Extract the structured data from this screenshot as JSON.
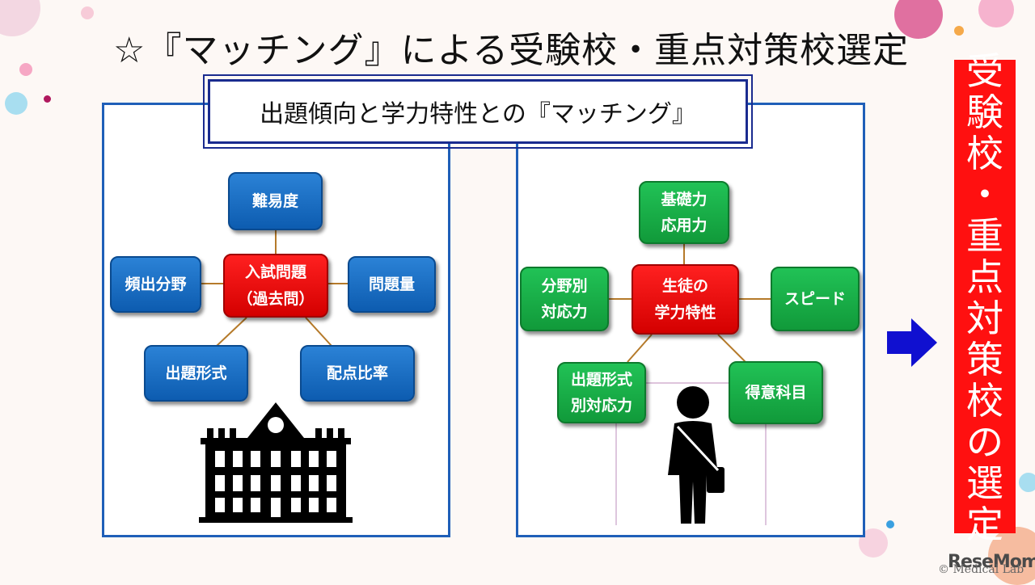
{
  "title": "☆『マッチング』による受験校・重点対策校選定",
  "subtitle": "出題傾向と学力特性との『マッチング』",
  "school": {
    "center": "入試問題\n（過去問）",
    "nodes": [
      "難易度",
      "頻出分野",
      "問題量",
      "出題形式",
      "配点比率"
    ]
  },
  "student": {
    "center": "生徒の\n学力特性",
    "nodes": [
      "基礎力\n応用力",
      "分野別\n対応力",
      "スピード",
      "出題形式\n別対応力",
      "得意科目"
    ]
  },
  "side_label": [
    "受",
    "験",
    "校",
    "・",
    "重",
    "点",
    "対",
    "策",
    "校",
    "の",
    "選",
    "定"
  ],
  "watermark": "© Medical Lab",
  "brand": "ReseMom",
  "colors": {
    "blue": "#0d5cb0",
    "green": "#119a3a",
    "red": "#ff1010",
    "frame": "#1f5fb8",
    "arrow": "#1010d0"
  },
  "icons": [
    "school-building-icon",
    "student-silhouette-icon",
    "right-arrow-icon"
  ]
}
